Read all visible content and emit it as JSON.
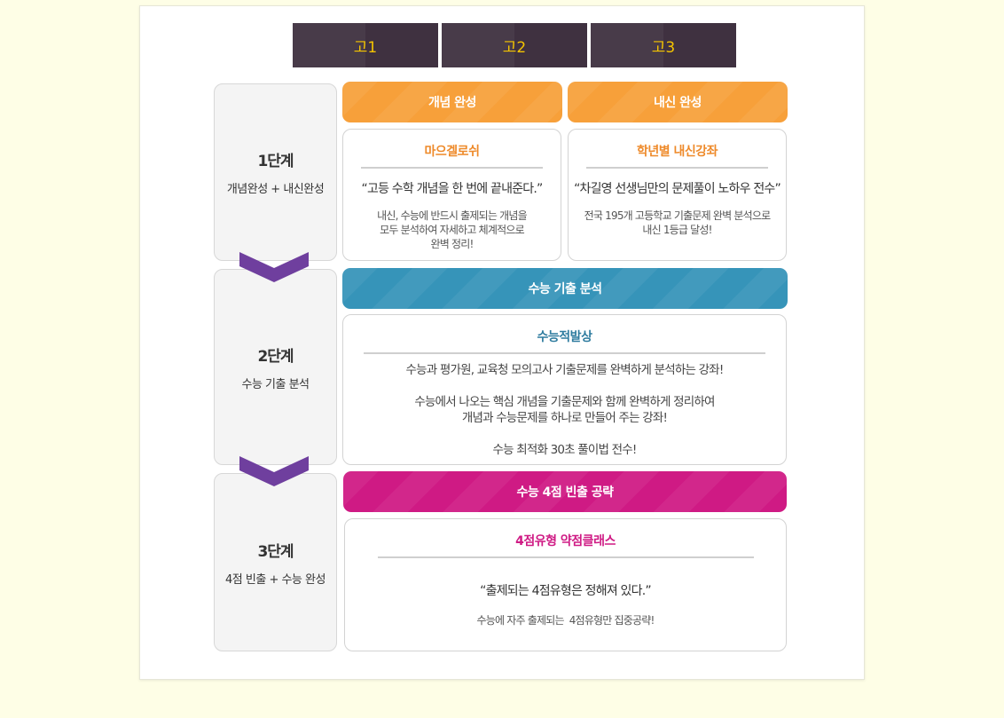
{
  "tabs": [
    {
      "label": "고1"
    },
    {
      "label": "고2"
    },
    {
      "label": "고3"
    }
  ],
  "stages": [
    {
      "num": "1단계",
      "desc": "개념완성 + 내신완성"
    },
    {
      "num": "2단계",
      "desc": "수능 기출 분석"
    },
    {
      "num": "3단계",
      "desc": "4점 빈출 + 수능 완성"
    }
  ],
  "stage1": {
    "left_header": "개념 완성",
    "right_header": "내신 완성",
    "left": {
      "title": "마으겔로쉬",
      "quote": "“고등 수학 개념을 한 번에 끝내준다.”",
      "lines": [
        "내신, 수능에 반드시 출제되는 개념을",
        "모두 분석하여 자세하고 체계적으로",
        "완벽 정리!"
      ]
    },
    "right": {
      "title": "학년별 내신강좌",
      "quote": "“차길영 선생님만의 문제풀이 노하우 전수”",
      "lines": [
        "전국 195개 고등학교 기출문제 완벽 분석으로",
        "내신 1등급 달성!"
      ]
    }
  },
  "stage2": {
    "header": "수능 기출 분석",
    "title": "수능적발상",
    "lines": [
      "수능과 평가원, 교육청 모의고사 기출문제를 완벽하게 분석하는 강좌!",
      "수능에서 나오는 핵심 개념을 기출문제와 함께 완벽하게 정리하여",
      "개념과 수능문제를 하나로 만들어 주는 강좌!",
      "수능 최적화 30초 풀이법 전수!"
    ]
  },
  "stage3": {
    "header": "수능 4점 빈출 공략",
    "title": "4점유형 약점클래스",
    "quote": "“출제되는 4점유형은 정해져 있다.”",
    "line": "수능에 자주 출제되는  4점유형만 집중공략!"
  },
  "colors": {
    "tab_bg": "#3f3140",
    "tab_text": "#f4c400",
    "orange": "#f7a03a",
    "orange_title": "#ee8a2a",
    "blue": "#3694b9",
    "blue_title": "#2f7c9f",
    "pink": "#cf1a84",
    "chevron": "#6f3f9e"
  },
  "icons": {
    "stage_arrow": "chevron-down-icon"
  }
}
